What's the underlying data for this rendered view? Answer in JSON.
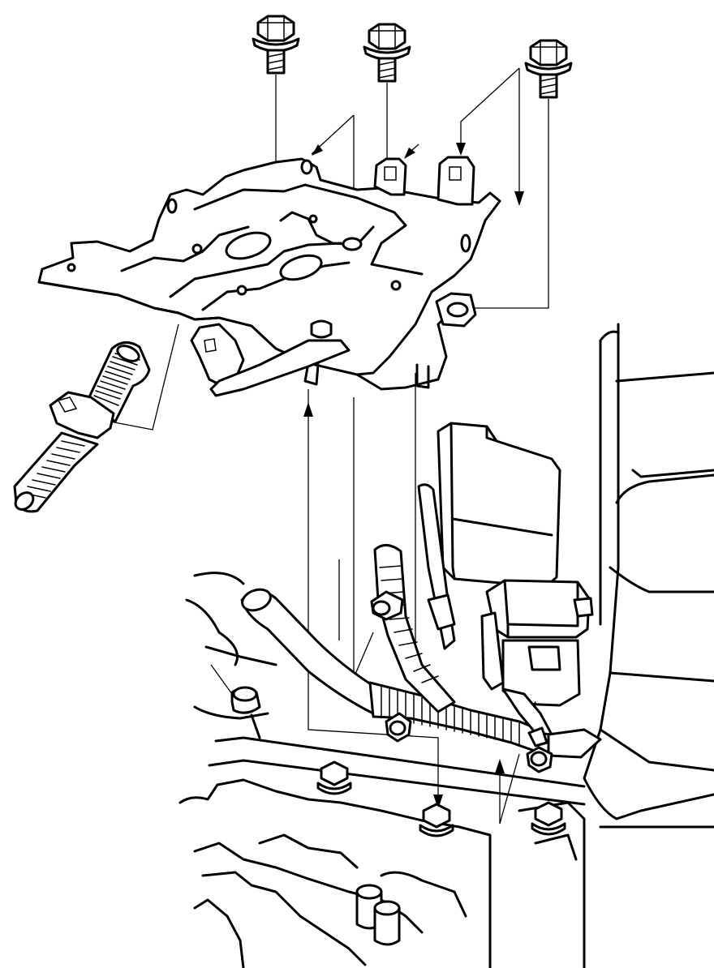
{
  "diagram": {
    "kind": "exploded-assembly",
    "parts": [
      {
        "id": "bolt-1",
        "icon": "flange-bolt-icon"
      },
      {
        "id": "bolt-2",
        "icon": "flange-bolt-icon"
      },
      {
        "id": "bolt-3",
        "icon": "flange-bolt-icon"
      },
      {
        "id": "mounting-bracket",
        "icon": "bracket-icon"
      },
      {
        "id": "harness-clip",
        "icon": "clip-icon"
      },
      {
        "id": "wire-harness",
        "icon": "harness-icon"
      },
      {
        "id": "relay-box",
        "icon": "relay-icon"
      },
      {
        "id": "control-unit",
        "icon": "module-icon"
      },
      {
        "id": "flange-nut-1",
        "icon": "nut-icon"
      },
      {
        "id": "flange-nut-2",
        "icon": "nut-icon"
      },
      {
        "id": "flange-nut-3",
        "icon": "nut-icon"
      }
    ]
  }
}
